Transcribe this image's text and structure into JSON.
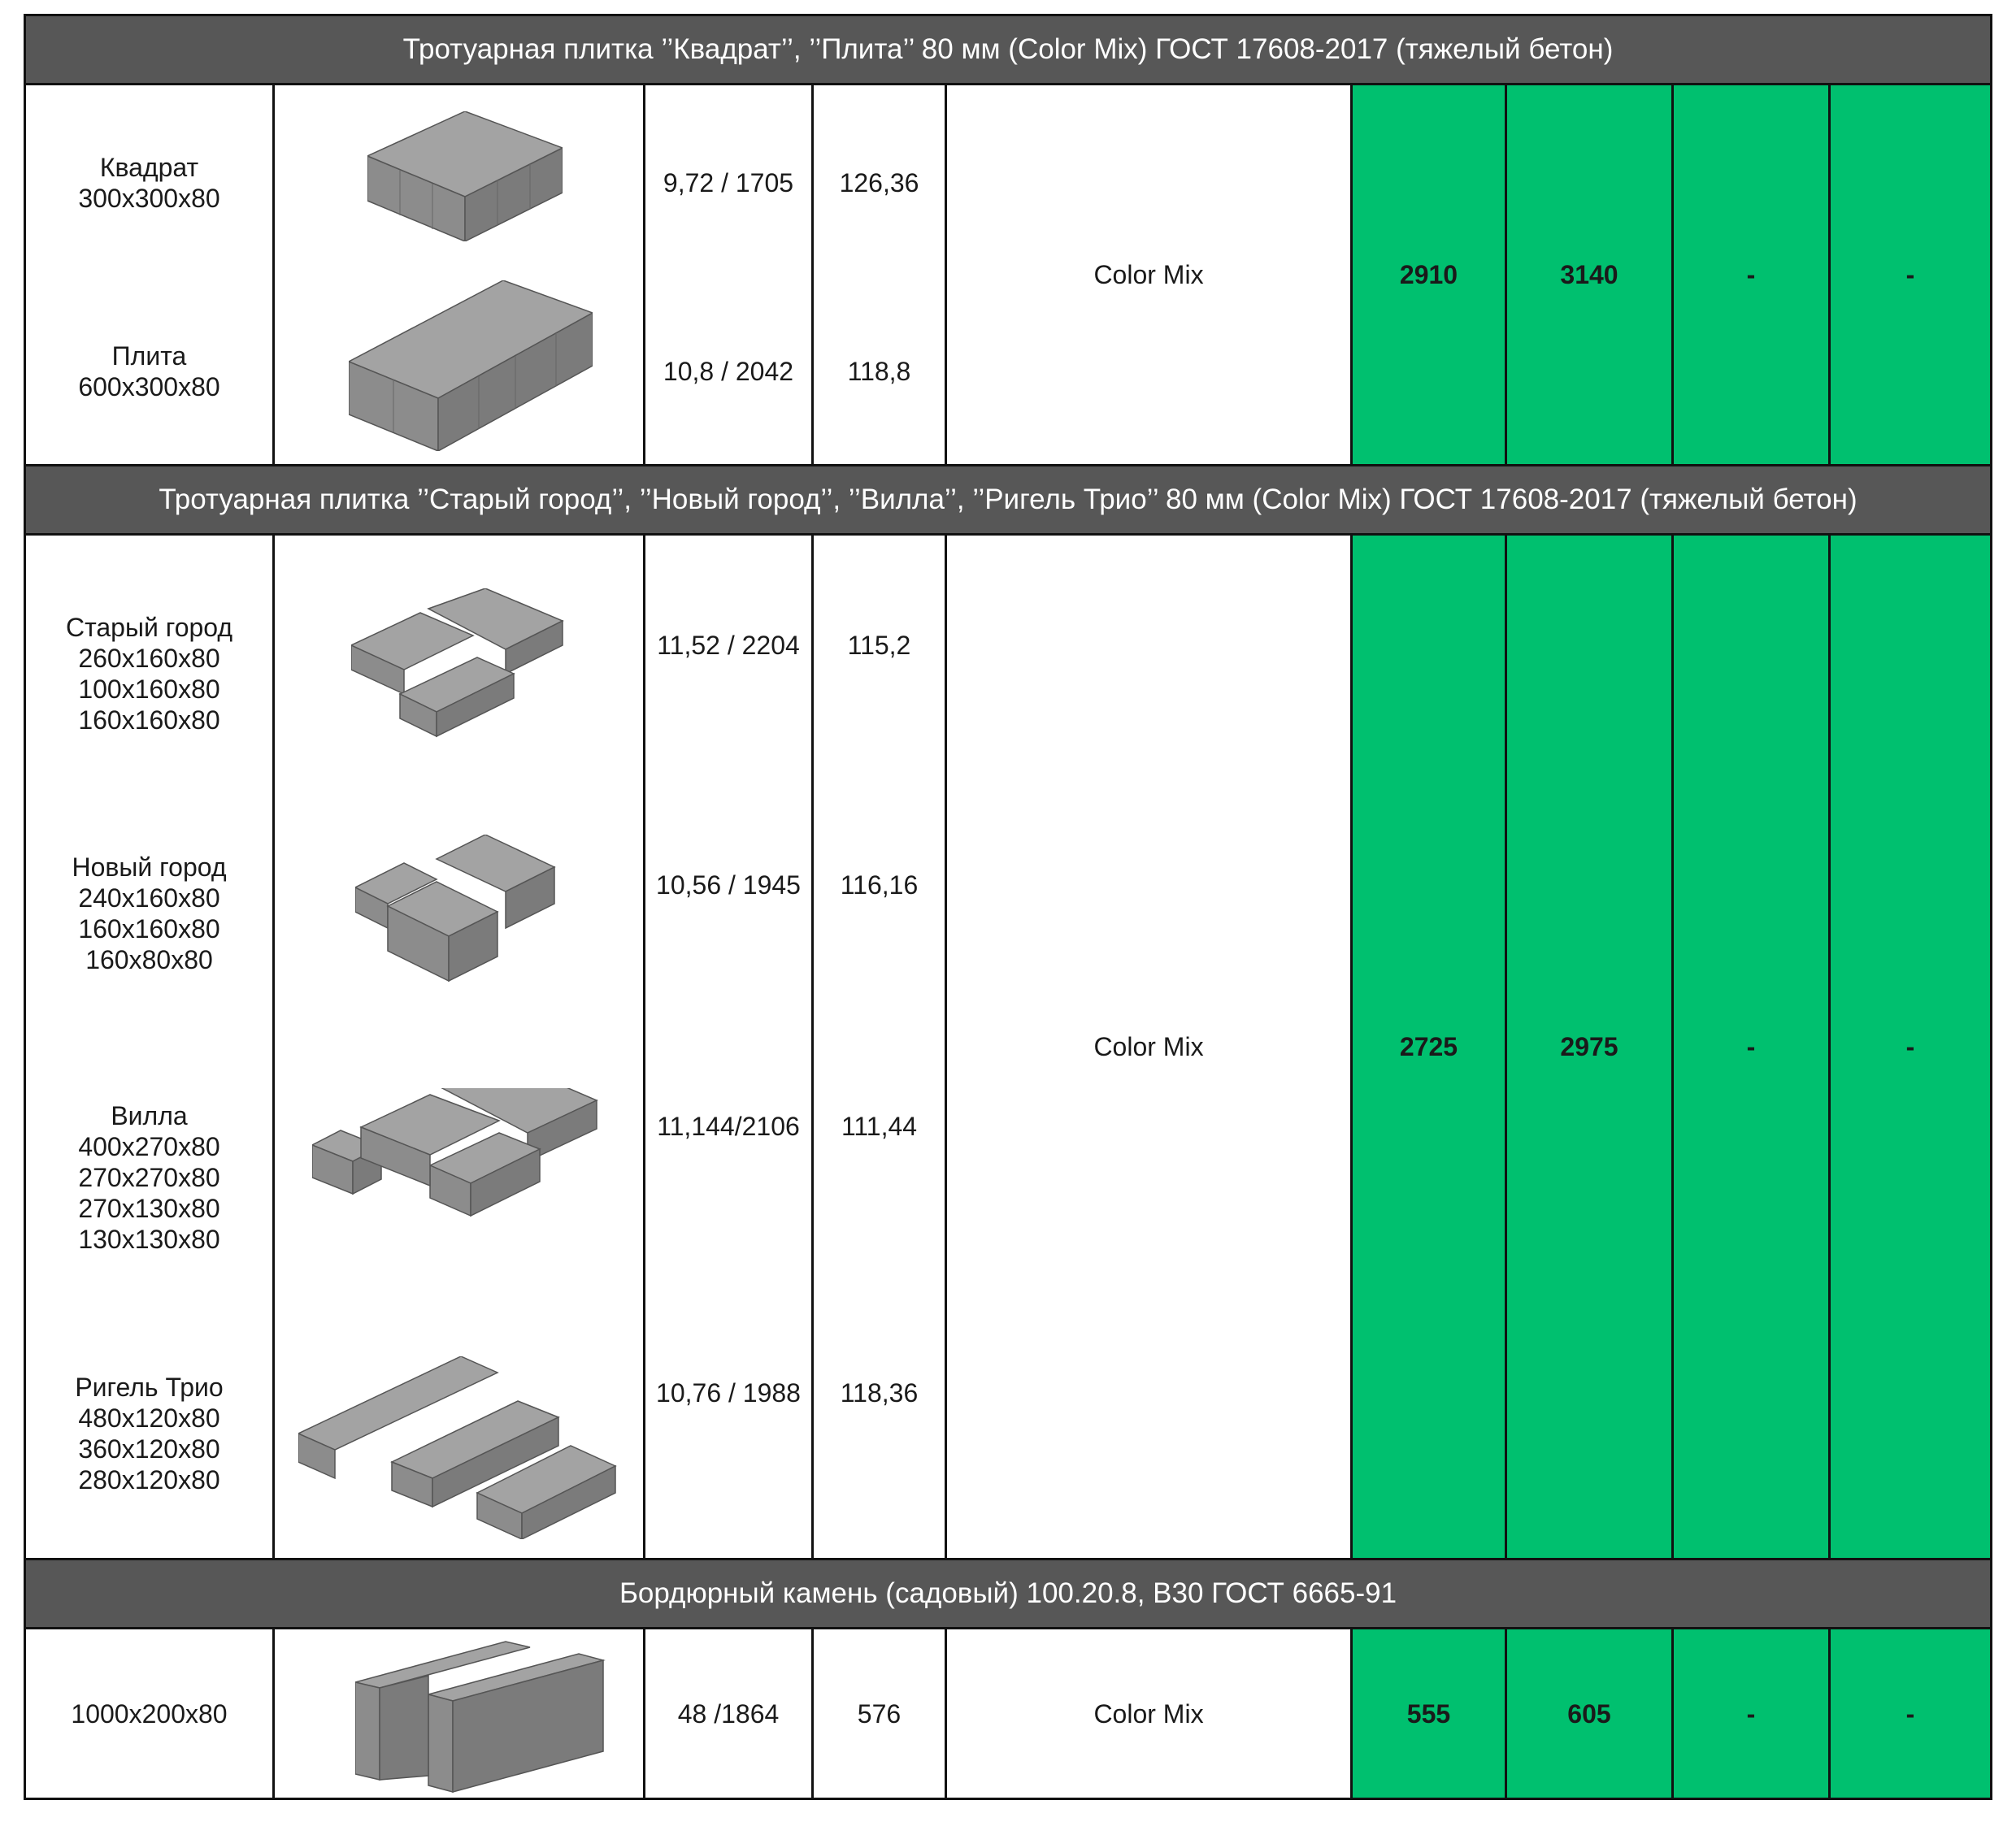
{
  "sections": [
    {
      "title": "Тротуарная плитка ’’Квадрат’’, ’’Плита’’ 80 мм  (Color Mix) ГОСТ 17608-2017 (тяжелый бетон)",
      "color": "Color Mix",
      "price1": "2910",
      "price2": "3140",
      "price3": "-",
      "price4": "-",
      "items": [
        {
          "name": "Квадрат\n300х300х80",
          "weight": "9,72 / 1705",
          "qty": "126,36",
          "image": "square-paving-tile-image"
        },
        {
          "name": "Плита\n600х300х80",
          "weight": "10,8 / 2042",
          "qty": "118,8",
          "image": "slab-paving-tile-image"
        }
      ]
    },
    {
      "title": "Тротуарная плитка ’’Старый город’’, ’’Новый город’’, ’’Вилла’’, ’’Ригель Трио’’ 80 мм  (Color Mix) ГОСТ 17608-2017 (тяжелый бетон)",
      "color": "Color Mix",
      "price1": "2725",
      "price2": "2975",
      "price3": "-",
      "price4": "-",
      "items": [
        {
          "name": "Старый город\n 260х160х80\n100х160х80\n160х160х80",
          "weight": "11,52 / 2204",
          "qty": "115,2",
          "image": "old-town-tile-image"
        },
        {
          "name": "Новый город\n240х160х80\n160х160х80\n160х80х80",
          "weight": "10,56 / 1945",
          "qty": "116,16",
          "image": "new-town-tile-image"
        },
        {
          "name": "Вилла\n400х270х80\n270х270х80\n270х130х80\n130х130х80",
          "weight": "11,144/2106",
          "qty": "111,44",
          "image": "villa-tile-image"
        },
        {
          "name": "Ригель Трио\n480х120х80\n360х120х80\n280х120х80",
          "weight": "10,76 / 1988",
          "qty": "118,36",
          "image": "rigel-trio-tile-image"
        }
      ]
    },
    {
      "title": "Бордюрный камень (садовый) 100.20.8, В30 ГОСТ 6665-91",
      "color": "Color Mix",
      "price1": "555",
      "price2": "605",
      "price3": "-",
      "price4": "-",
      "items": [
        {
          "name": "1000х200х80",
          "weight": "48 /1864",
          "qty": "576",
          "image": "curb-stone-image"
        }
      ]
    }
  ],
  "colors": {
    "header_bg": "#575757",
    "price_bg": "#00c06f",
    "border": "#111111",
    "tile": "#9a9a9a"
  }
}
